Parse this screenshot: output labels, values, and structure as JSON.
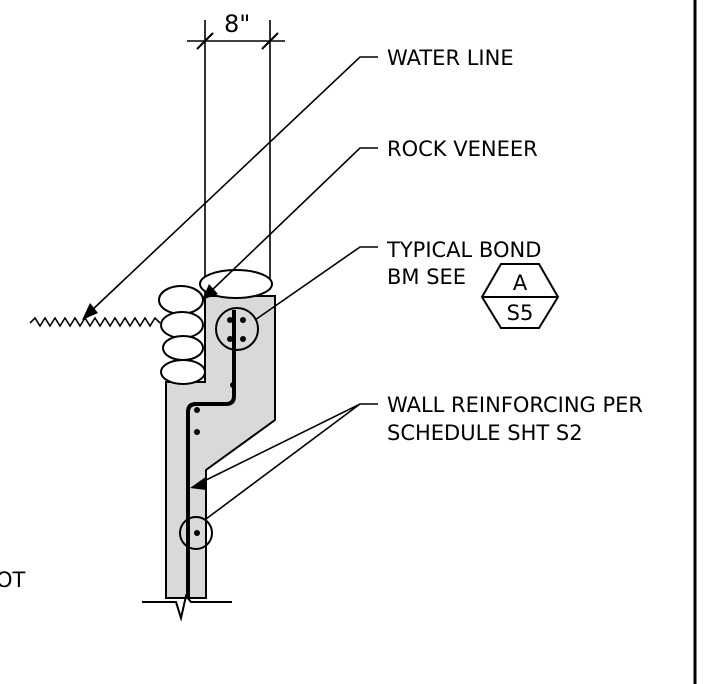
{
  "dimension": {
    "width_label": "8\""
  },
  "callouts": {
    "water_line": "WATER LINE",
    "rock_veneer": "ROCK VENEER",
    "bond_beam_line1": "TYPICAL BOND",
    "bond_beam_line2": "BM SEE",
    "wall_reinf_line1": "WALL REINFORCING PER",
    "wall_reinf_line2": "SCHEDULE SHT S2"
  },
  "section_tag": {
    "detail": "A",
    "sheet": "S5"
  },
  "edge_fragment": "OT",
  "colors": {
    "concrete_fill": "#d9d9d9",
    "line": "#000000"
  }
}
